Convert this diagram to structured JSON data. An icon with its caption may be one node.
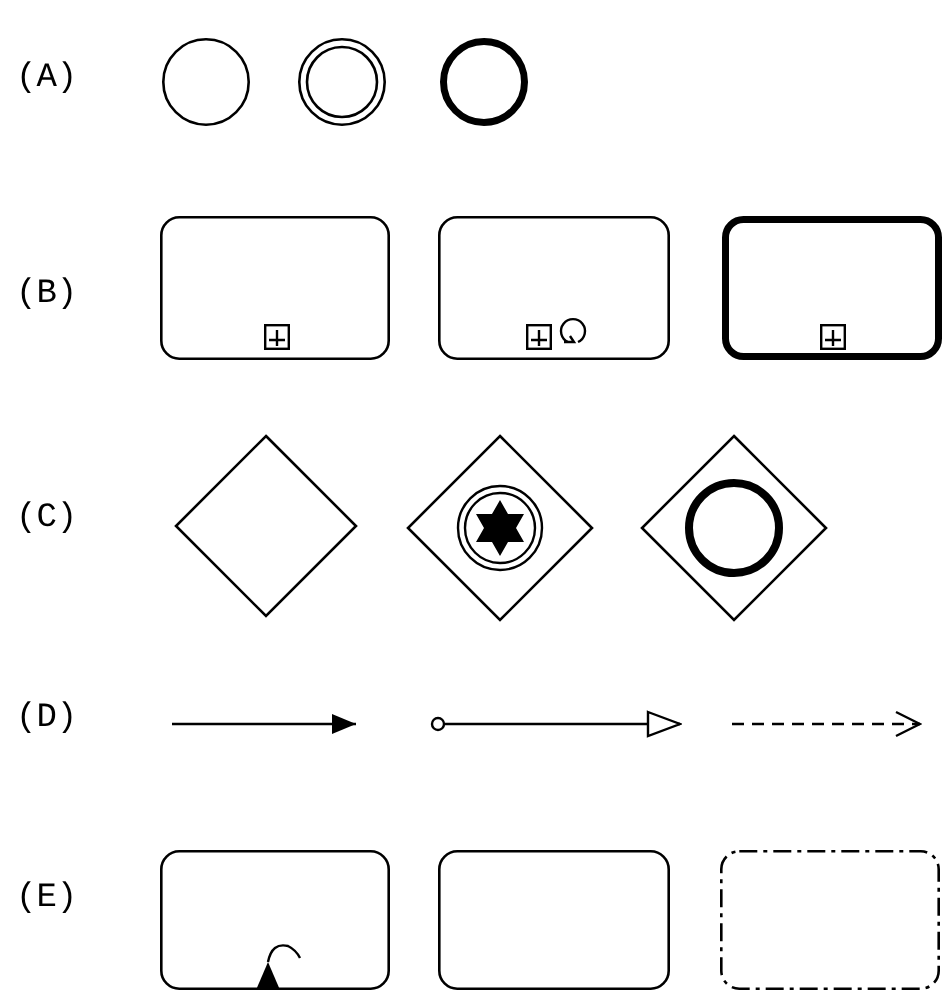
{
  "diagram": {
    "nodes": [
      {
        "text": [],
        "shape": "circle"
      },
      {
        "text": [],
        "shape": "circle"
      },
      {
        "text": [],
        "shape": "circle"
      },
      {
        "text": [],
        "shape": "box"
      },
      {
        "text": [],
        "shape": "box"
      },
      {
        "text": [],
        "shape": "box"
      },
      {
        "text": [],
        "shape": "diamond"
      },
      {
        "text": [],
        "shape": "diamond"
      },
      {
        "text": [],
        "shape": "diamond"
      },
      {
        "text": [],
        "shape": "box"
      },
      {
        "text": [],
        "shape": "box"
      },
      {
        "text": [],
        "shape": "box"
      }
    ],
    "labels": [
      "(A)",
      "(B)",
      "(C)",
      "(D)",
      "(E)"
    ]
  }
}
